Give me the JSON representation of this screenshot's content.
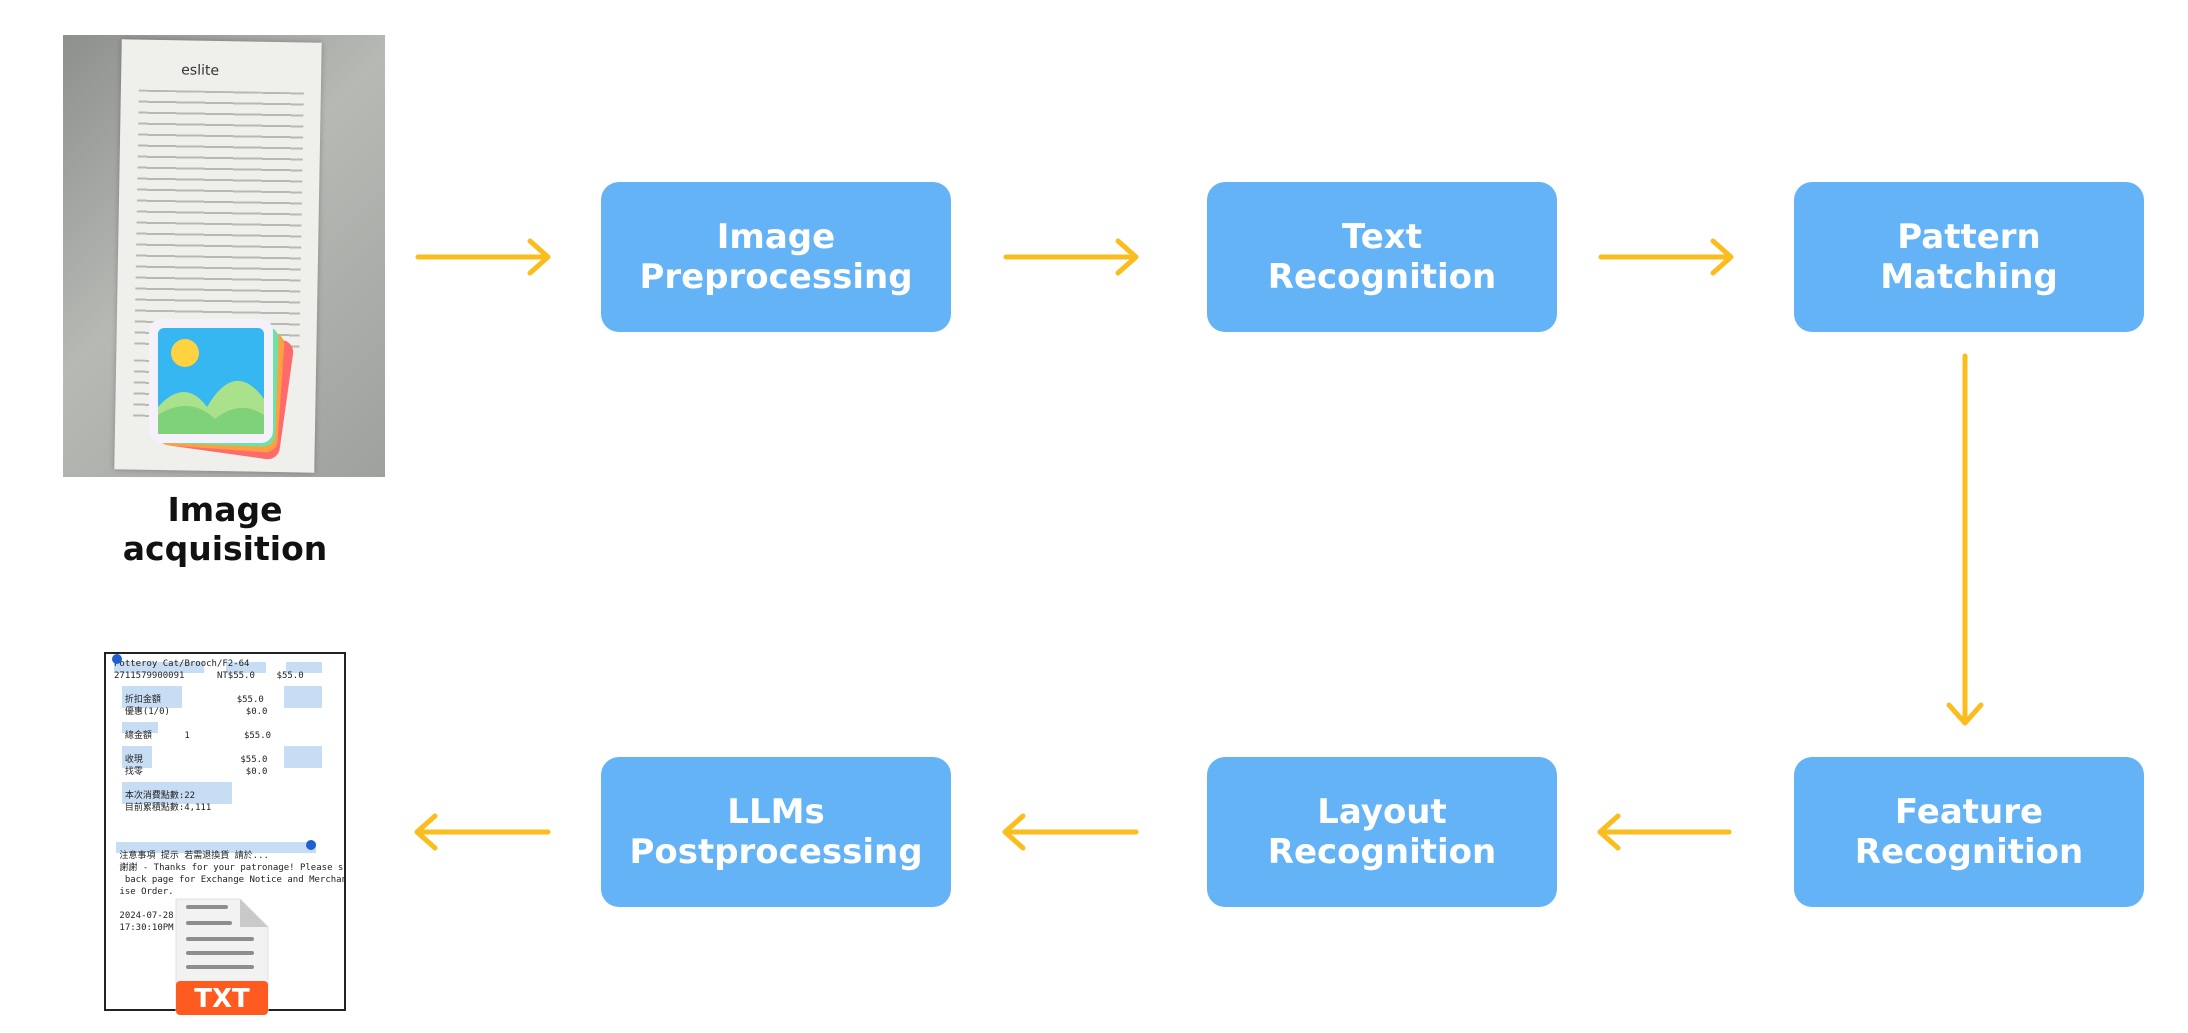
{
  "input": {
    "caption": "Image acquisition",
    "receipt_brand": "eslite"
  },
  "stages": [
    {
      "id": "preprocessing",
      "label": "Image\nPreprocessing"
    },
    {
      "id": "text",
      "label": "Text\nRecognition"
    },
    {
      "id": "pattern",
      "label": "Pattern\nMatching"
    },
    {
      "id": "feature",
      "label": "Feature\nRecognition"
    },
    {
      "id": "layout",
      "label": "Layout\nRecognition"
    },
    {
      "id": "llm",
      "label": "LLMs\nPostprocessing"
    }
  ],
  "output": {
    "badge": "TXT",
    "doc_lines": "Potteroy Cat/Brooch/F2-64\n2711579900091      NT$55.0    $55.0\n\n  折扣金額              $55.0\n  優惠(1/0)              $0.0\n\n  總金額      1          $55.0\n\n  收現                  $55.0\n  找零                   $0.0\n\n  本次消費點數:22\n  目前累積點數:4,111\n\n\n\n 注意事項 提示 若需退換貨 請於...\n 謝謝 - Thanks for your patronage! Please see\n  back page for Exchange Notice and Merchand\n ise Order.\n\n 2024-07-28\n 17:30:10PM"
  },
  "colors": {
    "stage_fill": "#63b3f6",
    "arrow": "#fbbd1e",
    "stage_text": "#ffffff"
  },
  "icons": [
    "gallery-image-icon",
    "txt-file-icon"
  ]
}
